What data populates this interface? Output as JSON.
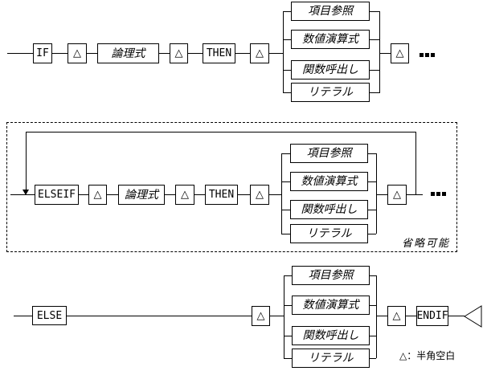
{
  "nodes": {
    "if": "IF",
    "then": "THEN",
    "elseif": "ELSEIF",
    "else": "ELSE",
    "endif": "ENDIF",
    "logical_expression": "論理式",
    "item_reference": "項目参照",
    "numeric_expression": "数値演算式",
    "function_call": "関数呼出し",
    "literal": "リテラル"
  },
  "space_symbol": "△",
  "annotations": {
    "optional": "省略可能",
    "legend": "△：半角空白",
    "continuation": "..."
  }
}
